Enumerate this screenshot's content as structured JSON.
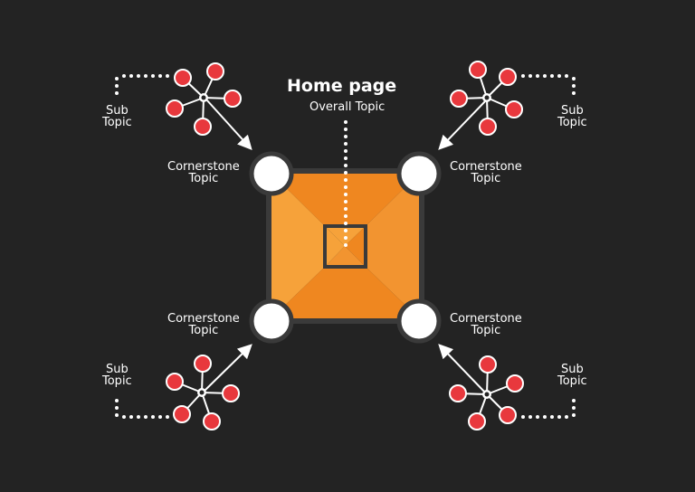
{
  "diagram": {
    "title": "Home page",
    "subtitle": "Overall Topic",
    "cornerstone_label_line1": "Cornerstone",
    "cornerstone_label_line2": "Topic",
    "subtopic_label_line1": "Sub",
    "subtopic_label_line2": "Topic",
    "colors": {
      "background": "#232323",
      "pyramid_light": "#f6a23a",
      "pyramid_dark": "#ef8720",
      "outline": "#3a3a3a",
      "node_red": "#e8383d",
      "white": "#ffffff"
    }
  }
}
